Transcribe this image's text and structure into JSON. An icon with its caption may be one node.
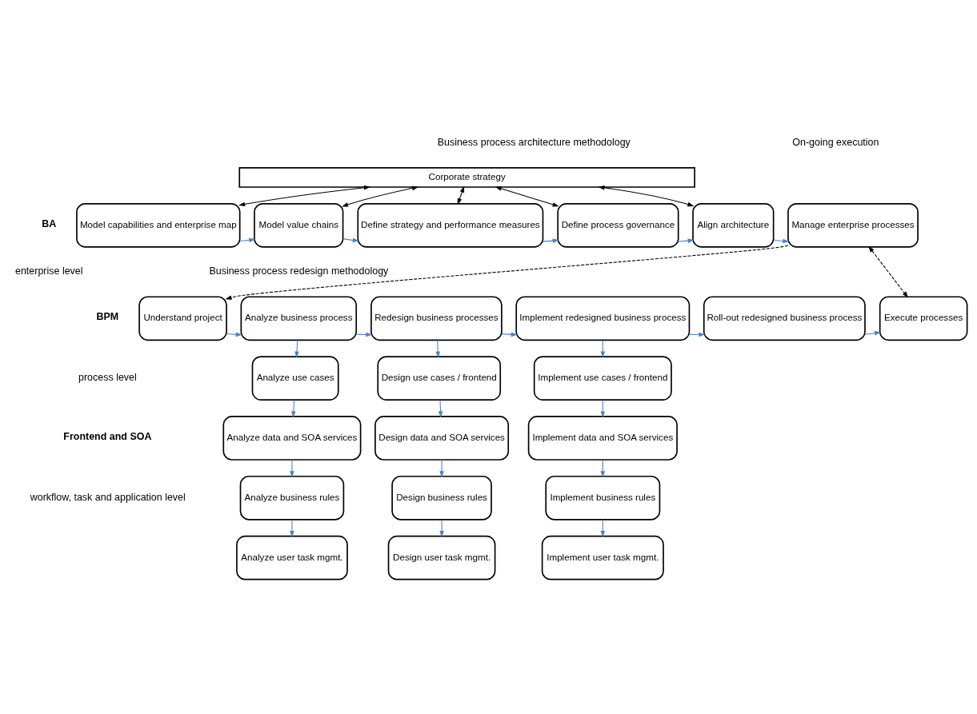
{
  "diagram": {
    "nodes": [
      {
        "text": [
          "Corporate strategy"
        ]
      },
      {
        "text": [
          "Model capabilities and enterprise map"
        ]
      },
      {
        "text": [
          "Model value chains"
        ]
      },
      {
        "text": [
          "Define strategy and performance measures"
        ]
      },
      {
        "text": [
          "Define process governance"
        ]
      },
      {
        "text": [
          "Align architecture"
        ]
      },
      {
        "text": [
          "Manage enterprise processes"
        ]
      },
      {
        "text": [
          "Understand project"
        ]
      },
      {
        "text": [
          "Analyze business process"
        ]
      },
      {
        "text": [
          "Redesign business processes"
        ]
      },
      {
        "text": [
          "Implement redesigned business process"
        ]
      },
      {
        "text": [
          "Roll-out redesigned business process"
        ]
      },
      {
        "text": [
          "Execute processes"
        ]
      },
      {
        "text": [
          "Analyze use cases"
        ]
      },
      {
        "text": [
          "Analyze data and SOA services"
        ]
      },
      {
        "text": [
          "Analyze business rules"
        ]
      },
      {
        "text": [
          "Analyze user task mgmt."
        ]
      },
      {
        "text": [
          "Design use cases / frontend"
        ]
      },
      {
        "text": [
          "Design data and SOA services"
        ]
      },
      {
        "text": [
          "Design business rules"
        ]
      },
      {
        "text": [
          "Design user task mgmt."
        ]
      },
      {
        "text": [
          "Implement use cases / frontend"
        ]
      },
      {
        "text": [
          "Implement data and SOA services"
        ]
      },
      {
        "text": [
          "Implement business rules"
        ]
      },
      {
        "text": [
          "Implement user task mgmt."
        ]
      }
    ],
    "edges": [
      {
        "from": 0,
        "to": 1,
        "arrow": "both",
        "color": "#000000"
      },
      {
        "from": 0,
        "to": 2,
        "arrow": "both",
        "color": "#000000"
      },
      {
        "from": 0,
        "to": 3,
        "arrow": "both",
        "color": "#000000"
      },
      {
        "from": 0,
        "to": 4,
        "arrow": "both",
        "color": "#000000"
      },
      {
        "from": 0,
        "to": 5,
        "arrow": "both",
        "color": "#000000"
      },
      {
        "from": 1,
        "to": 2,
        "arrow": "to"
      },
      {
        "from": 2,
        "to": 3,
        "arrow": "to"
      },
      {
        "from": 3,
        "to": 4,
        "arrow": "to"
      },
      {
        "from": 4,
        "to": 5,
        "arrow": "to"
      },
      {
        "from": 5,
        "to": 6,
        "arrow": "to"
      },
      {
        "from": 6,
        "to": 7,
        "arrow": "to",
        "style": "dashed",
        "color": "#000000"
      },
      {
        "from": 6,
        "to": 12,
        "arrow": "both",
        "style": "dashed",
        "color": "#000000"
      },
      {
        "from": 7,
        "to": 8,
        "arrow": "to"
      },
      {
        "from": 8,
        "to": 9,
        "arrow": "to"
      },
      {
        "from": 9,
        "to": 10,
        "arrow": "to"
      },
      {
        "from": 10,
        "to": 11,
        "arrow": "to"
      },
      {
        "from": 11,
        "to": 12,
        "arrow": "to"
      },
      {
        "from": 8,
        "to": 13,
        "arrow": "to"
      },
      {
        "from": 13,
        "to": 14,
        "arrow": "to"
      },
      {
        "from": 14,
        "to": 15,
        "arrow": "to"
      },
      {
        "from": 15,
        "to": 16,
        "arrow": "to"
      },
      {
        "from": 9,
        "to": 17,
        "arrow": "to"
      },
      {
        "from": 17,
        "to": 18,
        "arrow": "to"
      },
      {
        "from": 18,
        "to": 19,
        "arrow": "to"
      },
      {
        "from": 19,
        "to": 20,
        "arrow": "to"
      },
      {
        "from": 10,
        "to": 21,
        "arrow": "to"
      },
      {
        "from": 21,
        "to": 22,
        "arrow": "to"
      },
      {
        "from": 22,
        "to": 23,
        "arrow": "to"
      },
      {
        "from": 23,
        "to": 24,
        "arrow": "to"
      }
    ],
    "labels": [
      "Business process architecture methodology",
      "On-going execution",
      "BA",
      "enterprise level",
      "Business process redesign methodology",
      "BPM",
      "process level",
      "Frontend and SOA",
      "workflow, task and application level"
    ]
  }
}
